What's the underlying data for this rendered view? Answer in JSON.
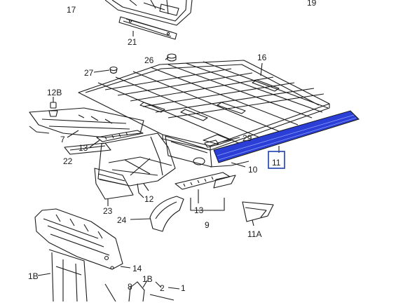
{
  "callouts": {
    "c17": "17",
    "c19": "19",
    "c21": "21",
    "c26": "26",
    "c16": "16",
    "c27": "27",
    "c12b": "12B",
    "c7": "7",
    "c13a": "13",
    "c22": "22",
    "c29": "29",
    "c11": "11",
    "c10": "10",
    "c23": "23",
    "c12": "12",
    "c24": "24",
    "c13b": "13",
    "c9": "9",
    "c11a": "11A",
    "c14": "14",
    "c1b": "1B",
    "c8": "8",
    "c1b2": "1B",
    "c2": "2",
    "c1": "1"
  },
  "colors": {
    "line": "#1a1a1a",
    "highlight_fill": "#2b3fd6",
    "highlight_box": "#1a3fb0"
  }
}
